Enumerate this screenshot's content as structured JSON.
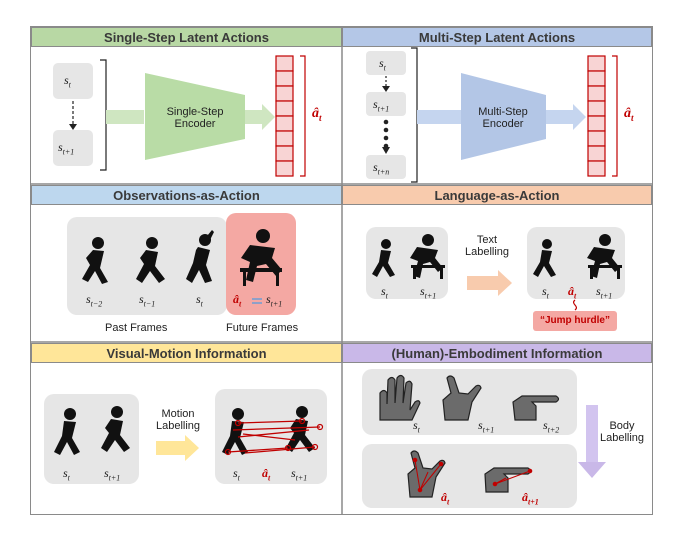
{
  "colors": {
    "green_header": "#b8d8a4",
    "blue_header": "#b4c7e7",
    "lightblue_header": "#bdd7ee",
    "orange_header": "#f8cbad",
    "yellow_header": "#ffe699",
    "purple_header": "#c9b8e8",
    "accent_red": "#c00000",
    "encoder_green": "#b9dca6",
    "encoder_blue": "#b3c6e6"
  },
  "panels": {
    "single_step": {
      "title": "Single-Step Latent Actions",
      "s_top": "s",
      "s_top_sub": "t",
      "s_bottom": "s",
      "s_bottom_sub": "t+1",
      "encoder_label": "Single-Step Encoder",
      "output": "â",
      "output_sub": "t"
    },
    "multi_step": {
      "title": "Multi-Step Latent Actions",
      "s1": "s",
      "s1_sub": "t",
      "s2": "s",
      "s2_sub": "t+1",
      "s3": "s",
      "s3_sub": "t+n",
      "encoder_label": "Multi-Step Encoder",
      "output": "â",
      "output_sub": "t"
    },
    "observations": {
      "title": "Observations-as-Action",
      "frames": [
        {
          "s": "s",
          "sub": "t−2"
        },
        {
          "s": "s",
          "sub": "t−1"
        },
        {
          "s": "s",
          "sub": "t"
        }
      ],
      "future_a": "â",
      "future_a_sub": "t",
      "future_s": "s",
      "future_s_sub": "t+1",
      "past_label": "Past Frames",
      "future_label": "Future Frames"
    },
    "language": {
      "title": "Language-as-Action",
      "left_s1": "s",
      "left_s1_sub": "t",
      "left_s2": "s",
      "left_s2_sub": "t+1",
      "arrow_label": "Text Labelling",
      "right_s1": "s",
      "right_s1_sub": "t",
      "right_a": "â",
      "right_a_sub": "t",
      "right_s2": "s",
      "right_s2_sub": "t+1",
      "caption": "“Jump hurdle”"
    },
    "visual_motion": {
      "title": "Visual-Motion Information",
      "left_s1": "s",
      "left_s1_sub": "t",
      "left_s2": "s",
      "left_s2_sub": "t+1",
      "arrow_label": "Motion Labelling",
      "right_s1": "s",
      "right_s1_sub": "t",
      "right_a": "â",
      "right_a_sub": "t",
      "right_s2": "s",
      "right_s2_sub": "t+1"
    },
    "embodiment": {
      "title": "(Human)-Embodiment Information",
      "hand1": "s",
      "hand1_sub": "t",
      "hand2": "s",
      "hand2_sub": "t+1",
      "hand3": "s",
      "hand3_sub": "t+2",
      "arrow_label": "Body Labelling",
      "out1": "â",
      "out1_sub": "t",
      "out2": "â",
      "out2_sub": "t+1"
    }
  }
}
